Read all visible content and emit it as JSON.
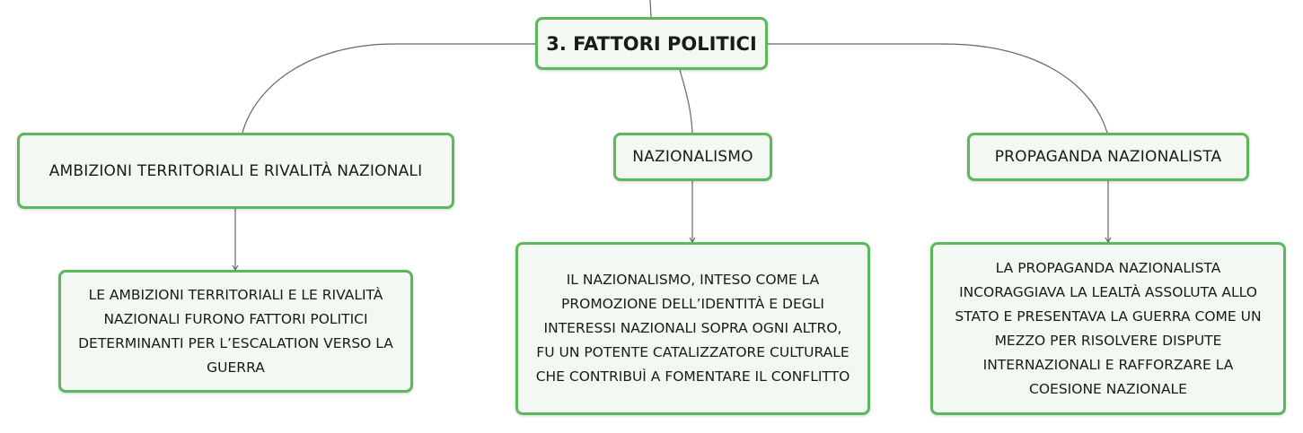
{
  "diagram": {
    "root": {
      "label": "3. FATTORI POLITICI"
    },
    "branches": [
      {
        "title": "AMBIZIONI TERRITORIALI E RIVALITÀ NAZIONALI",
        "detail_lines": [
          "LE AMBIZIONI TERRITORIALI E LE RIVALITÀ",
          "NAZIONALI FURONO FATTORI POLITICI",
          "DETERMINANTI PER L’ESCALATION VERSO LA",
          "GUERRA"
        ]
      },
      {
        "title": "NAZIONALISMO",
        "detail_lines": [
          "IL NAZIONALISMO, INTESO COME LA",
          "PROMOZIONE DELL’IDENTITÀ E DEGLI",
          "INTERESSI NAZIONALI SOPRA OGNI ALTRO,",
          "FU UN POTENTE CATALIZZATORE CULTURALE",
          "CHE CONTRIBUÌ A FOMENTARE IL CONFLITTO"
        ]
      },
      {
        "title": "PROPAGANDA NAZIONALISTA",
        "detail_lines": [
          "LA PROPAGANDA NAZIONALISTA",
          "INCORAGGIAVA LA LEALTÀ ASSOLUTA ALLO",
          "STATO E PRESENTAVA LA GUERRA COME UN",
          "MEZZO PER RISOLVERE DISPUTE",
          "INTERNAZIONALI E RAFFORZARE LA",
          "COESIONE NAZIONALE"
        ]
      }
    ]
  },
  "colors": {
    "node_border": "#5cb85c",
    "node_fill": "#f3f8f2",
    "connector": "#666666",
    "text": "#1a1a1a"
  }
}
